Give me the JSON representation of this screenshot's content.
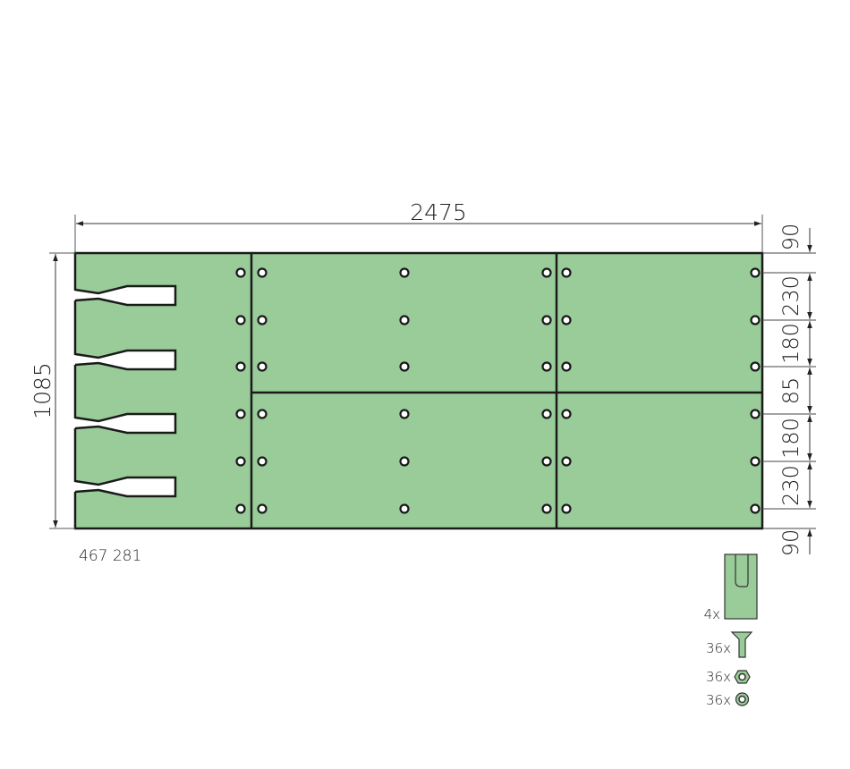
{
  "colors": {
    "panel_fill": "#99cc99",
    "outline": "#1a1a1a",
    "dimension_line": "#333333"
  },
  "dimensions": {
    "overall_width": "2475",
    "overall_height": "1085",
    "right_spacings": [
      "90",
      "230",
      "180",
      "85",
      "180",
      "230",
      "90"
    ]
  },
  "article_number": "467 281",
  "parts": [
    {
      "quantity": "4x",
      "icon": "connector-block-icon"
    },
    {
      "quantity": "36x",
      "icon": "countersunk-bolt-icon"
    },
    {
      "quantity": "36x",
      "icon": "hex-nut-icon"
    },
    {
      "quantity": "36x",
      "icon": "washer-icon"
    }
  ]
}
